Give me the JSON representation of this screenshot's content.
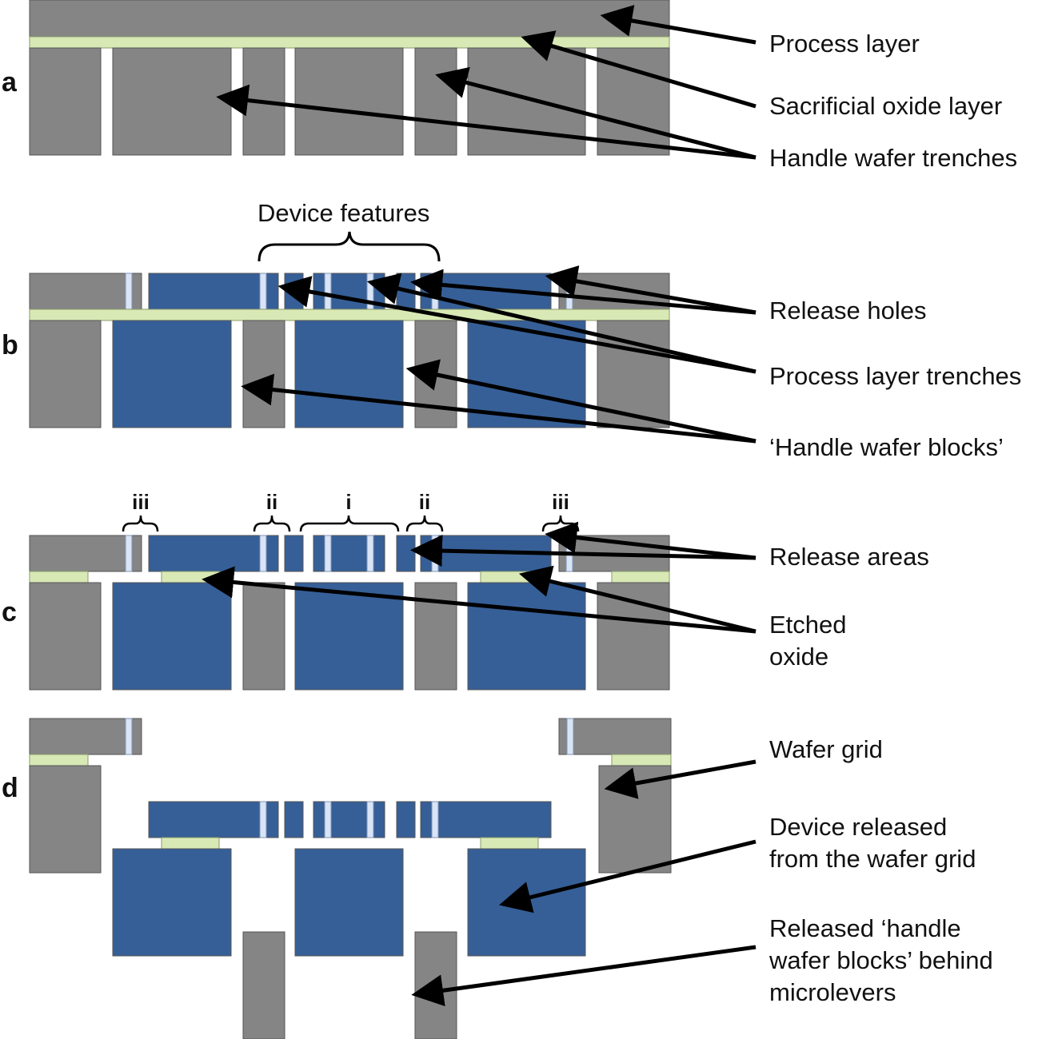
{
  "colors": {
    "process_si": "#858585",
    "oxide": "#d8e9b5",
    "device": "#365f97",
    "release_hole": "#d9e4f6",
    "edge": "#555555",
    "arrow": "#000000",
    "text": "#111111"
  },
  "panels": {
    "a": {
      "letter": "a",
      "labels": {
        "process_layer": "Process layer",
        "sacrificial_oxide": "Sacrificial oxide layer",
        "handle_trenches": "Handle wafer trenches"
      }
    },
    "b": {
      "letter": "b",
      "labels": {
        "device_features": "Device features",
        "release_holes": "Release holes",
        "process_trenches": "Process layer trenches",
        "handle_blocks": "‘Handle wafer blocks’"
      }
    },
    "c": {
      "letter": "c",
      "labels": {
        "release_areas": "Release areas",
        "etched_oxide_1": "Etched",
        "etched_oxide_2": "oxide"
      },
      "roman_labels": {
        "iii_left": "iii",
        "ii_left": "ii",
        "i": "i",
        "ii_right": "ii",
        "iii_right": "iii"
      }
    },
    "d": {
      "letter": "d",
      "labels": {
        "wafer_grid": "Wafer grid",
        "device_released_1": "Device released",
        "device_released_2": "from the wafer grid",
        "released_blocks_1": "Released ‘handle",
        "released_blocks_2": "wafer blocks’ behind",
        "released_blocks_3": "microlevers"
      }
    }
  }
}
